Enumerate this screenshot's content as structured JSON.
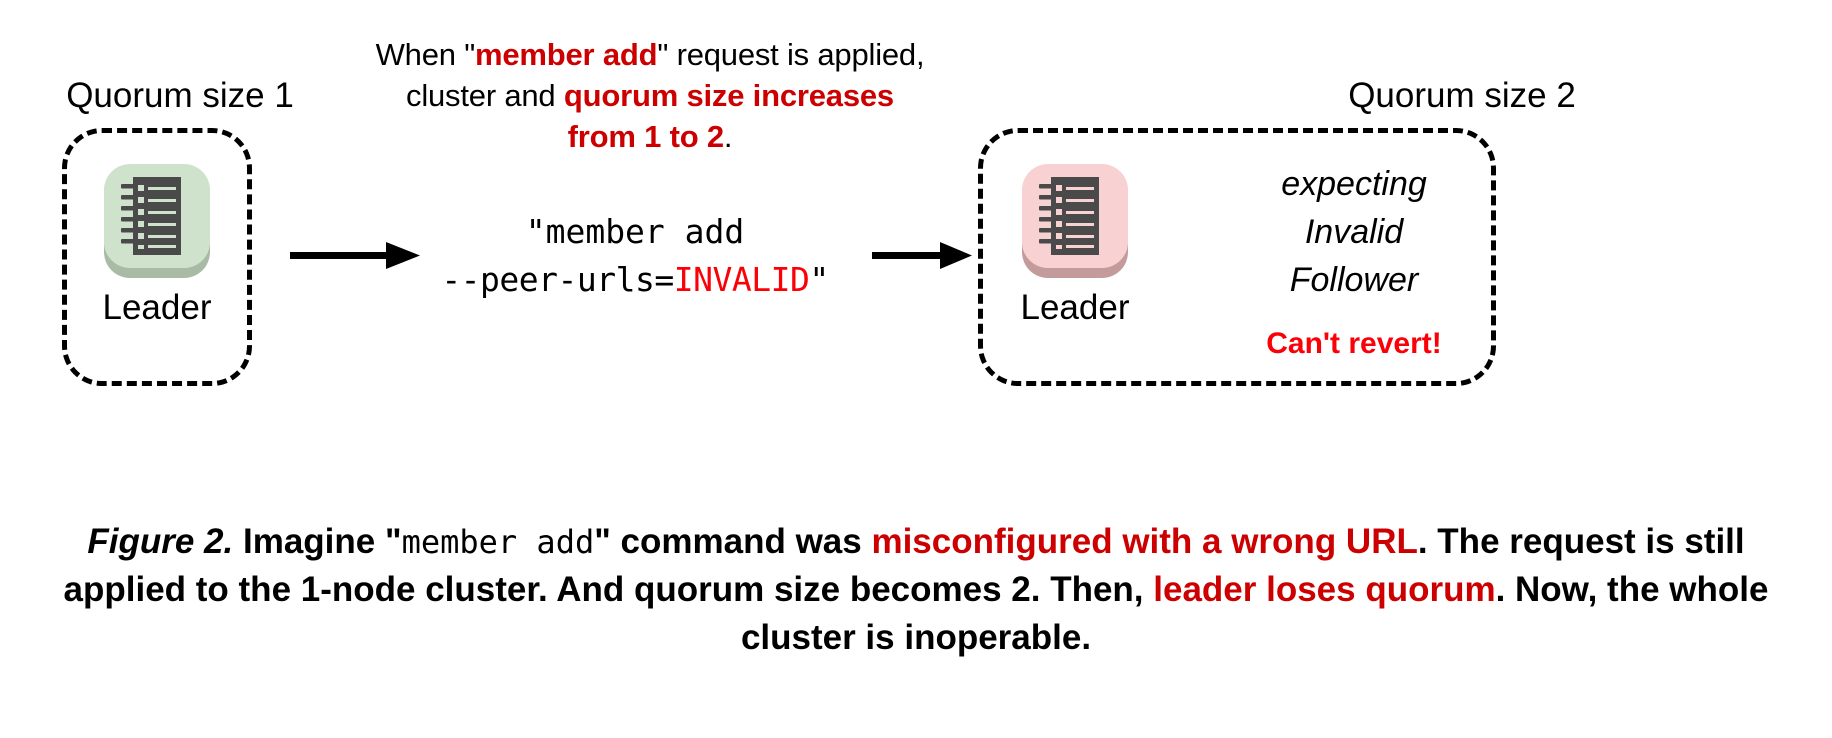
{
  "figure": {
    "top_note": {
      "line1_pre": "When \"",
      "line1_em": "member add",
      "line1_post": "\" request is applied,",
      "line2_pre": "cluster and ",
      "line2_em": "quorum size increases",
      "line3_em": "from 1 to 2",
      "line3_post": "."
    },
    "left_cluster": {
      "title": "Quorum size 1",
      "node_label": "Leader",
      "icon_name": "server-rack-icon",
      "icon_plate_color": "#cfe3cc",
      "icon_shadow_color": "#a9bba4",
      "icon_body_color": "#4a4a4a"
    },
    "right_cluster": {
      "title": "Quorum size 2",
      "node_label": "Leader",
      "icon_name": "server-rack-icon",
      "icon_plate_color": "#f8d2d2",
      "icon_shadow_color": "#c39b9b",
      "icon_body_color": "#4a4a4a",
      "follower_status_line1": "expecting",
      "follower_status_line2": "Invalid",
      "follower_status_line3": "Follower",
      "warning": "Can't revert!"
    },
    "command": {
      "line1": "\"member add",
      "line2_pre": "--peer-urls=",
      "line2_em": "INVALID",
      "line2_post": "\""
    },
    "arrows": {
      "left_name": "arrow-right-icon",
      "right_name": "arrow-right-icon"
    },
    "caption": {
      "label": "Figure 2.",
      "seg1": " Imagine \"",
      "seg2_mono": "member add",
      "seg3": "\" command was ",
      "seg4_em": "misconfigured with a wrong URL",
      "seg5": ". The request is still applied to the 1-node cluster. And quorum size becomes 2. Then, ",
      "seg6_em": "leader loses quorum",
      "seg7": ". Now, the whole cluster is inoperable."
    },
    "colors": {
      "accent_red": "#cc0000",
      "warning_red": "#fb0007",
      "text_black": "#000000",
      "background": "#ffffff"
    }
  }
}
